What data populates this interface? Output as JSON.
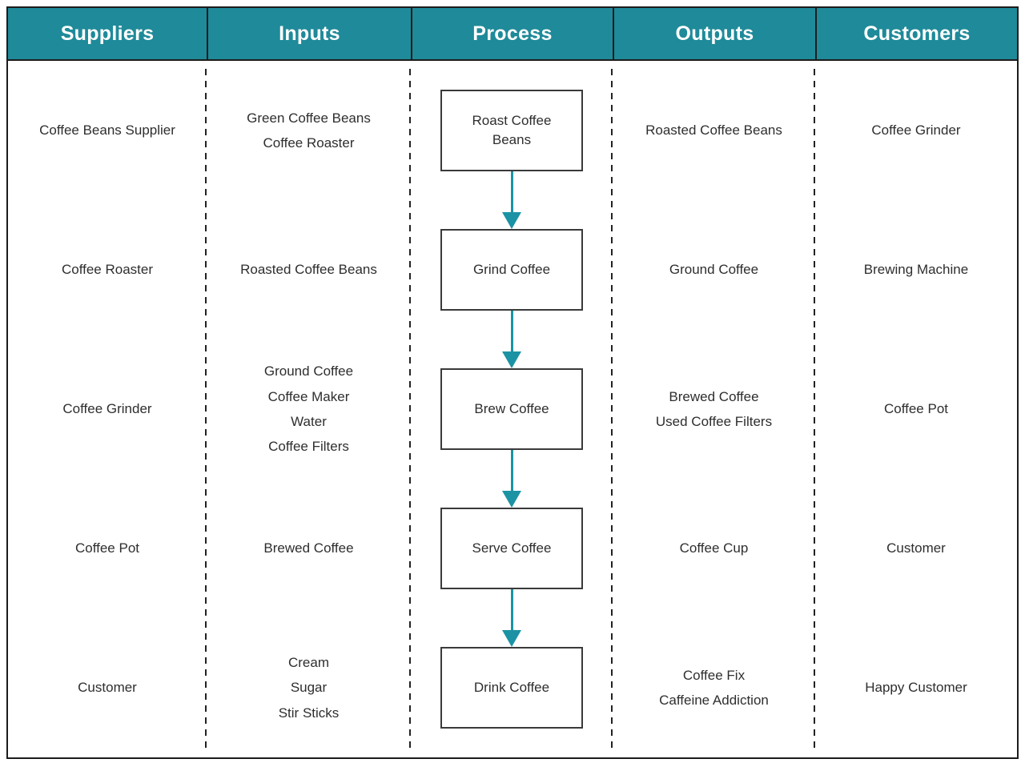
{
  "colors": {
    "header_bg": "#1F8A99",
    "arrow": "#1B93A4",
    "border": "#1C1C1C",
    "text": "#2E2E2E"
  },
  "header": {
    "columns": [
      "Suppliers",
      "Inputs",
      "Process",
      "Outputs",
      "Customers"
    ]
  },
  "rows": [
    {
      "supplier": "Coffee Beans Supplier",
      "inputs": [
        "Green Coffee Beans",
        "Coffee Roaster"
      ],
      "process": "Roast Coffee Beans",
      "outputs": [
        "Roasted Coffee Beans"
      ],
      "customer": "Coffee Grinder"
    },
    {
      "supplier": "Coffee Roaster",
      "inputs": [
        "Roasted Coffee Beans"
      ],
      "process": "Grind Coffee",
      "outputs": [
        "Ground Coffee"
      ],
      "customer": "Brewing Machine"
    },
    {
      "supplier": "Coffee Grinder",
      "inputs": [
        "Ground Coffee",
        "Coffee Maker",
        "Water",
        "Coffee Filters"
      ],
      "process": "Brew Coffee",
      "outputs": [
        "Brewed Coffee",
        "Used Coffee Filters"
      ],
      "customer": "Coffee Pot"
    },
    {
      "supplier": "Coffee Pot",
      "inputs": [
        "Brewed Coffee"
      ],
      "process": "Serve Coffee",
      "outputs": [
        "Coffee Cup"
      ],
      "customer": "Customer"
    },
    {
      "supplier": "Customer",
      "inputs": [
        "Cream",
        "Sugar",
        "Stir Sticks"
      ],
      "process": "Drink Coffee",
      "outputs": [
        "Coffee Fix",
        "Caffeine Addiction"
      ],
      "customer": "Happy Customer"
    }
  ]
}
